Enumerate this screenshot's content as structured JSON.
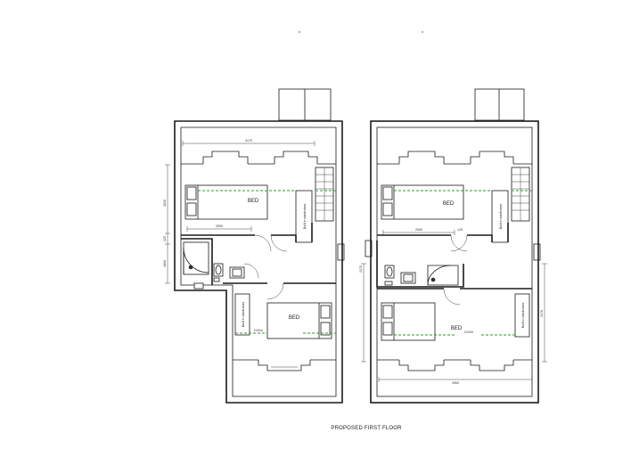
{
  "drawing": {
    "title": "PROPOSED FIRST FLOOR"
  },
  "units": {
    "left": {
      "bed_label_1": "BED",
      "bed_label_2": "BED",
      "wardrobe_1": "Built in wardrobes",
      "wardrobe_2": "Built in wardrobes",
      "dims": {
        "top_width": "4170",
        "bed_width": "2900",
        "height_upper": "2630",
        "height_mid": "125",
        "height_lower": "1800",
        "window_a": "CH2m"
      }
    },
    "right": {
      "bed_label_1": "BED",
      "bed_label_2": "BED",
      "wardrobe_1": "Built in wardrobes",
      "wardrobe_2": "Built in wardrobes",
      "dims": {
        "bed_width": "2900",
        "mid": "125",
        "height_left": "2170",
        "height_right": "3176",
        "bottom_width": "3960",
        "window_a": "CH2m"
      }
    }
  }
}
